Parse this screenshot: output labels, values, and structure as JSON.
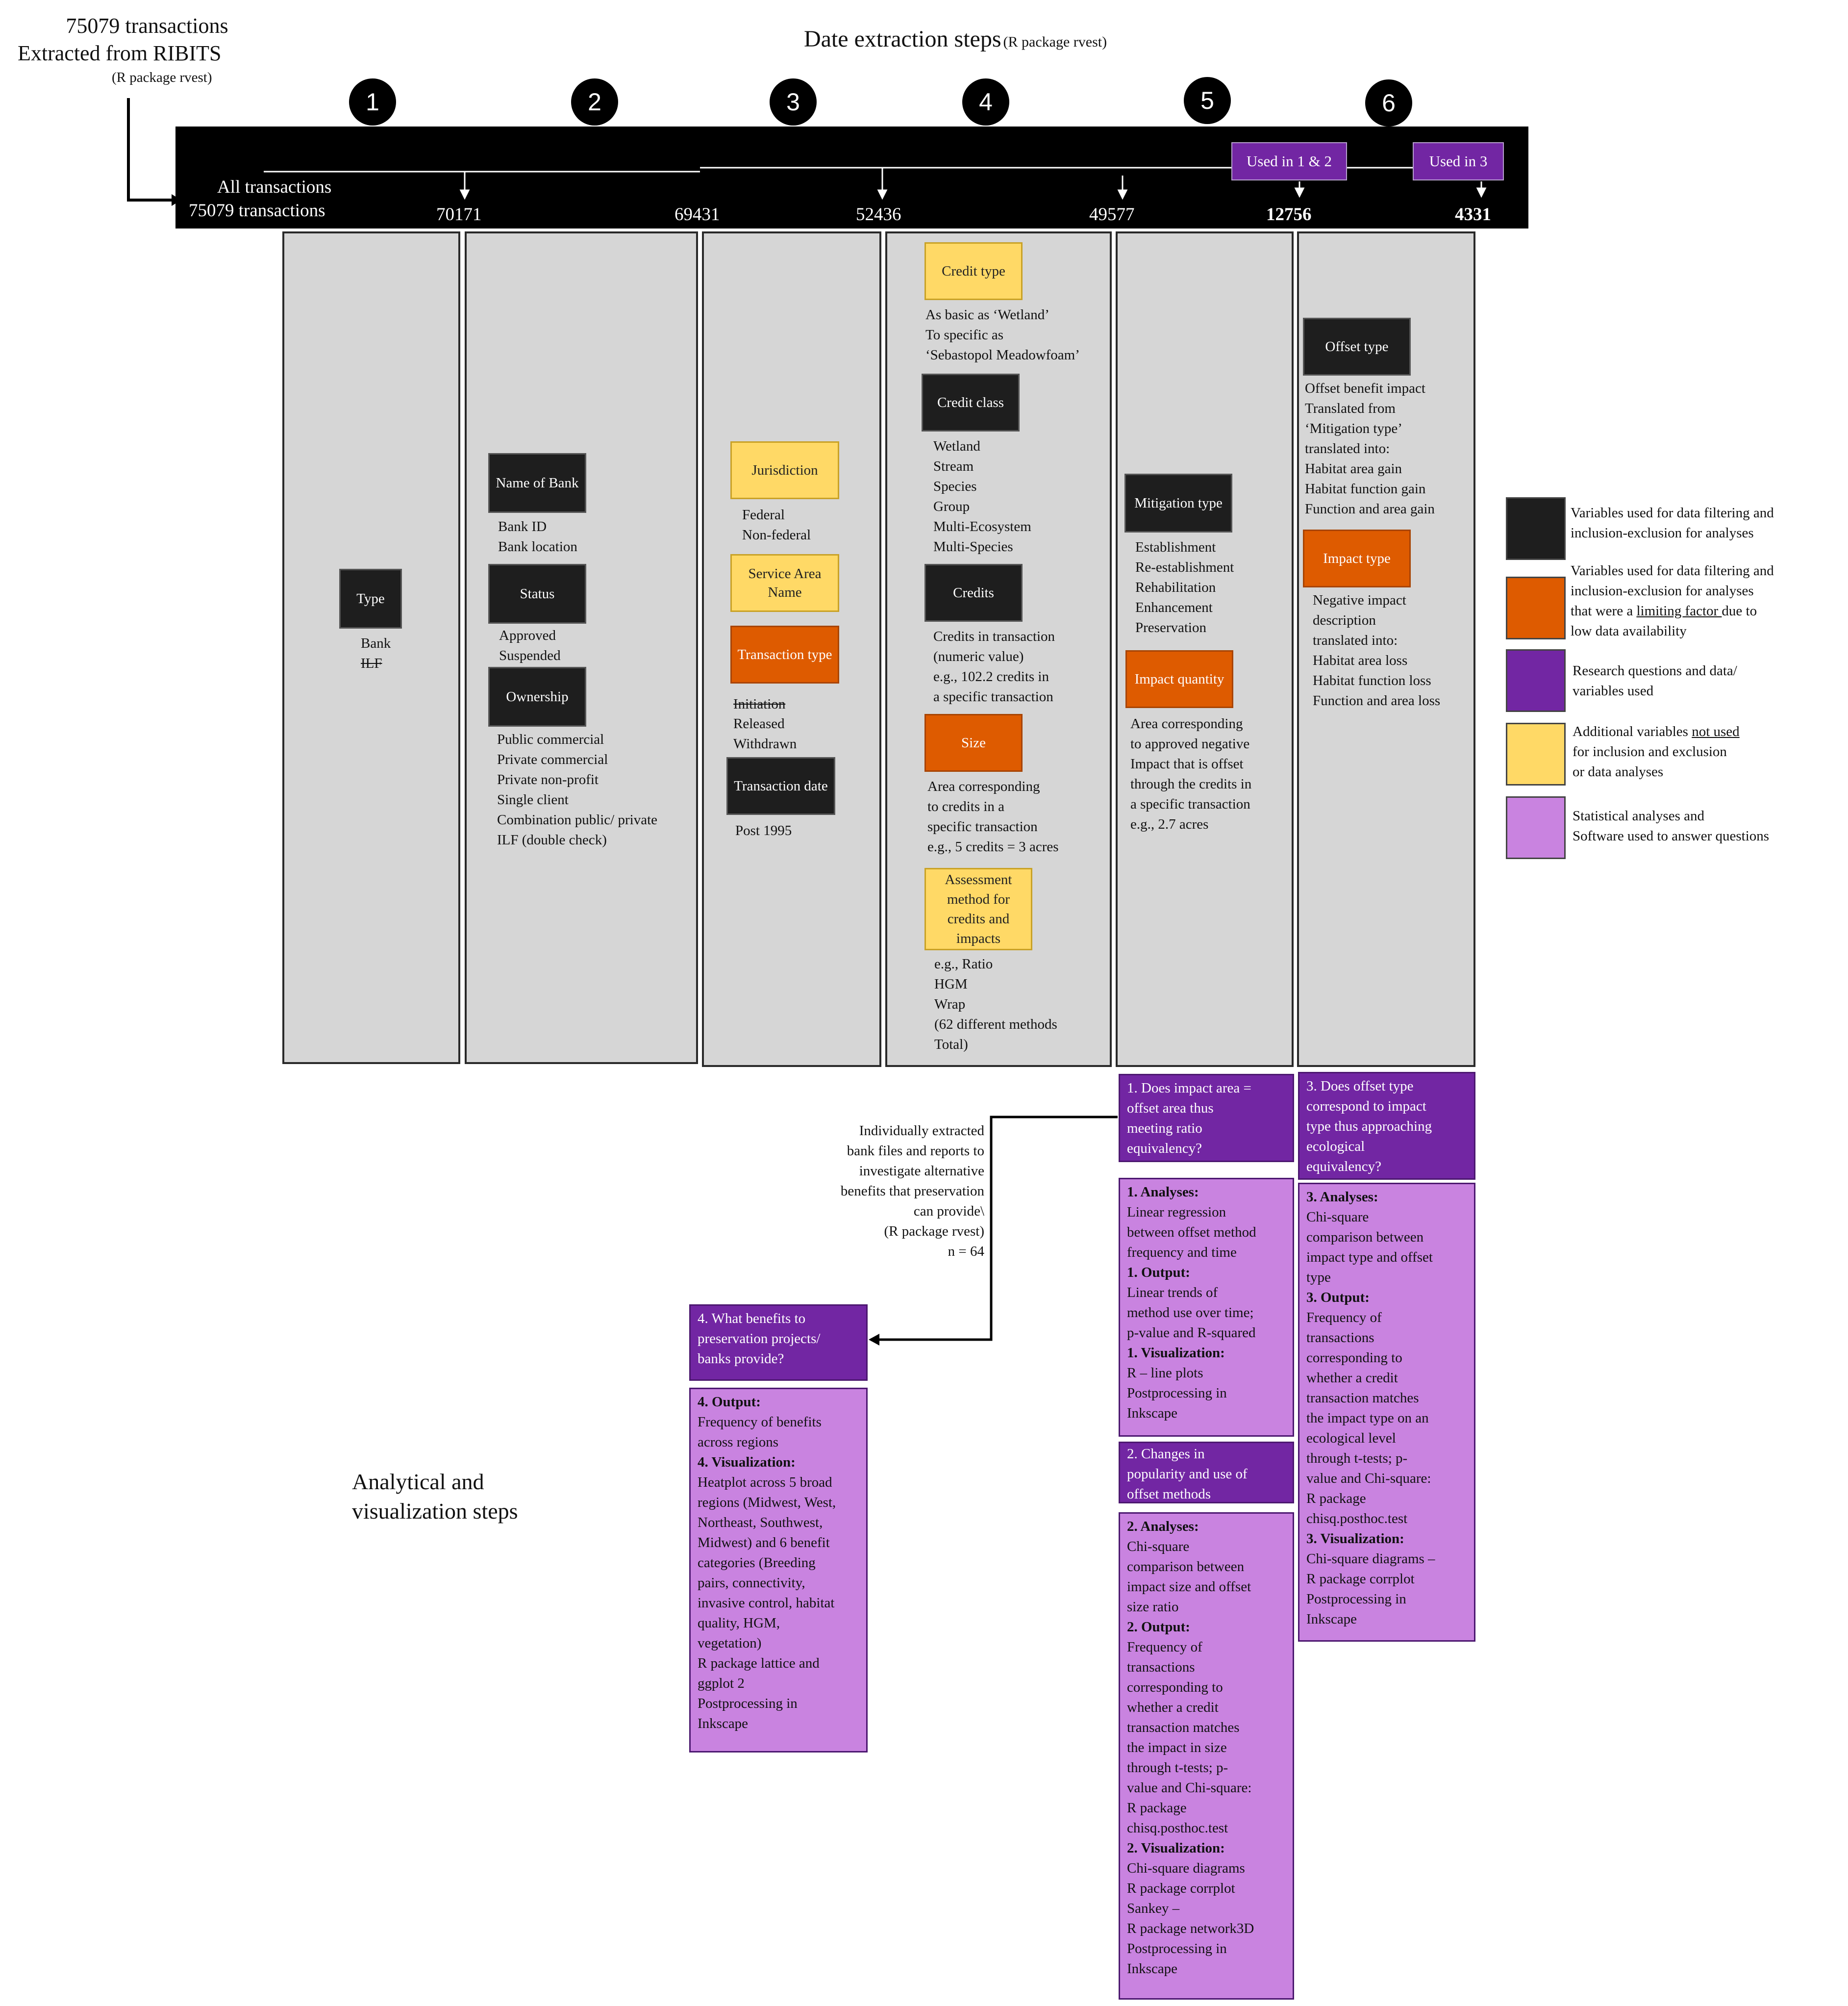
{
  "header": {
    "source_line1": "75079 transactions",
    "source_line2": "Extracted from RIBITS",
    "source_line3": "(R package rvest)",
    "title_main": "Date extraction steps",
    "title_sub": "(R package rvest)"
  },
  "pipeline": {
    "all_label": "All transactions",
    "all_count": "75079 transactions",
    "counts": [
      "70171",
      "69431",
      "52436",
      "49577",
      "12756",
      "4331"
    ],
    "steps": [
      "1",
      "2",
      "3",
      "4",
      "5",
      "6"
    ],
    "used_1_2": "Used in 1 & 2",
    "used_3": "Used in 3"
  },
  "col1": {
    "type_box": "Type",
    "type_val1": "Bank",
    "type_val2": "ILF"
  },
  "col2": {
    "bank_box": "Name of\nBank",
    "bank_vals": "Bank ID\nBank location",
    "status_box": "Status",
    "status_vals": "Approved\nSuspended",
    "own_box": "Ownership",
    "own_vals": "Public commercial\nPrivate commercial\nPrivate non-profit\nSingle client\nCombination public/ private\nILF (double check)"
  },
  "col3": {
    "juris_box": "Jurisdiction",
    "juris_vals": "Federal\nNon-federal",
    "service_box": "Service\nArea Name",
    "tt_box": "Transaction\ntype",
    "tt_val1": "Initiation",
    "tt_vals": "Released\nWithdrawn",
    "td_box": "Transaction\ndate",
    "td_vals": "Post 1995"
  },
  "col4": {
    "ct_box": "Credit\ntype",
    "ct_vals": "As basic as ‘Wetland’\nTo specific as\n‘Sebastopol Meadowfoam’",
    "cc_box": "Credit\nclass",
    "cc_vals": "Wetland\nStream\nSpecies\nGroup\nMulti-Ecosystem\nMulti-Species",
    "cr_box": "Credits",
    "cr_vals": "Credits in transaction\n(numeric value)\ne.g., 102.2 credits in\na specific transaction",
    "size_box": "Size",
    "size_vals": "Area corresponding\nto credits in a\nspecific transaction\ne.g., 5 credits = 3 acres",
    "am_box": "Assessment\nmethod for\ncredits and\nimpacts",
    "am_vals": "e.g., Ratio\nHGM\nWrap\n(62 different methods\nTotal)"
  },
  "col5": {
    "mt_box": "Mitigation\ntype",
    "mt_vals": "Establishment\nRe-establishment\nRehabilitation\nEnhancement\nPreservation",
    "iq_box": "Impact\nquantity",
    "iq_vals": "Area corresponding\nto approved negative\nImpact that is offset\nthrough the credits in\na specific transaction\ne.g., 2.7 acres"
  },
  "col6": {
    "ot_box": "Offset type",
    "ot_vals": "Offset benefit impact\nTranslated from\n‘Mitigation type’\ntranslated into:\nHabitat area gain\nHabitat function gain\nFunction and area gain",
    "it_box": "Impact type",
    "it_vals": "Negative impact\ndescription\ntranslated into:\nHabitat area loss\nHabitat function loss\nFunction and area loss"
  },
  "legend": {
    "black": "Variables used for data filtering and\ninclusion-exclusion for analyses",
    "orange_pre": "Variables used for data filtering and\ninclusion-exclusion for analyses\nthat were a ",
    "orange_ul": "limiting factor ",
    "orange_post": "due to\nlow data availability",
    "purple": "Research questions and data/\nvariables used",
    "yellow_pre": "Additional variables ",
    "yellow_ul": "not used",
    "yellow_post": "\nfor inclusion and exclusion\nor data analyses",
    "lilac": "Statistical analyses and\nSoftware used to answer questions"
  },
  "colors": {
    "black": "#1e1e1e",
    "orange": "#de5b00",
    "purple": "#7226a3",
    "yellow": "#ffd966",
    "lilac": "#c983e0"
  },
  "side_note": "Individually extracted\nbank files and reports to\ninvestigate alternative\nbenefits that preservation\ncan provide\\\n(R package rvest)\nn = 64",
  "analytical_label": "Analytical and\nvisualization steps",
  "q1": {
    "question": "1. Does impact area =\noffset area thus\nmeeting ratio\nequivalency?",
    "an_lbl": "1. Analyses:",
    "an": "Linear regression\nbetween offset method\nfrequency and time",
    "out_lbl": "1. Output:",
    "out": "Linear trends of\nmethod use over time;\np-value and R-squared",
    "vis_lbl": "1. Visualization:",
    "vis": "R – line plots\nPostprocessing in\nInkscape"
  },
  "q2": {
    "question": "2. Changes in\npopularity and use of\noffset methods",
    "an_lbl": "2. Analyses:",
    "an": "Chi-square\ncomparison between\nimpact size and offset\nsize ratio",
    "out_lbl": "2. Output:",
    "out": "Frequency of\ntransactions\ncorresponding to\nwhether a credit\ntransaction matches\nthe impact in size\nthrough t-tests; p-\nvalue and Chi-square:\nR package\nchisq.posthoc.test",
    "vis_lbl": "2. Visualization:",
    "vis": "Chi-square diagrams\nR package corrplot\nSankey –\nR package network3D\nPostprocessing in\nInkscape"
  },
  "q3": {
    "question": "3. Does offset type\ncorrespond to impact\ntype thus approaching\necological\nequivalency?",
    "an_lbl": "3. Analyses:",
    "an": "Chi-square\ncomparison between\nimpact type and offset\ntype",
    "out_lbl": "3. Output:",
    "out": "Frequency of\ntransactions\ncorresponding to\nwhether a credit\ntransaction matches\nthe impact type on an\necological level\nthrough t-tests; p-\nvalue and Chi-square:\nR package\nchisq.posthoc.test",
    "vis_lbl": "3. Visualization:",
    "vis": "Chi-square diagrams –\nR package corrplot\nPostprocessing in\nInkscape"
  },
  "q4": {
    "question": "4. What benefits to\npreservation projects/\nbanks provide?",
    "out_lbl": "4. Output:",
    "out": "Frequency of benefits\nacross regions",
    "vis_lbl": "4. Visualization:",
    "vis": "Heatplot across 5 broad\nregions (Midwest, West,\nNortheast, Southwest,\nMidwest) and 6 benefit\ncategories (Breeding\npairs, connectivity,\ninvasive control, habitat\nquality, HGM,\nvegetation)\nR package lattice and\nggplot 2\nPostprocessing in\nInkscape"
  }
}
